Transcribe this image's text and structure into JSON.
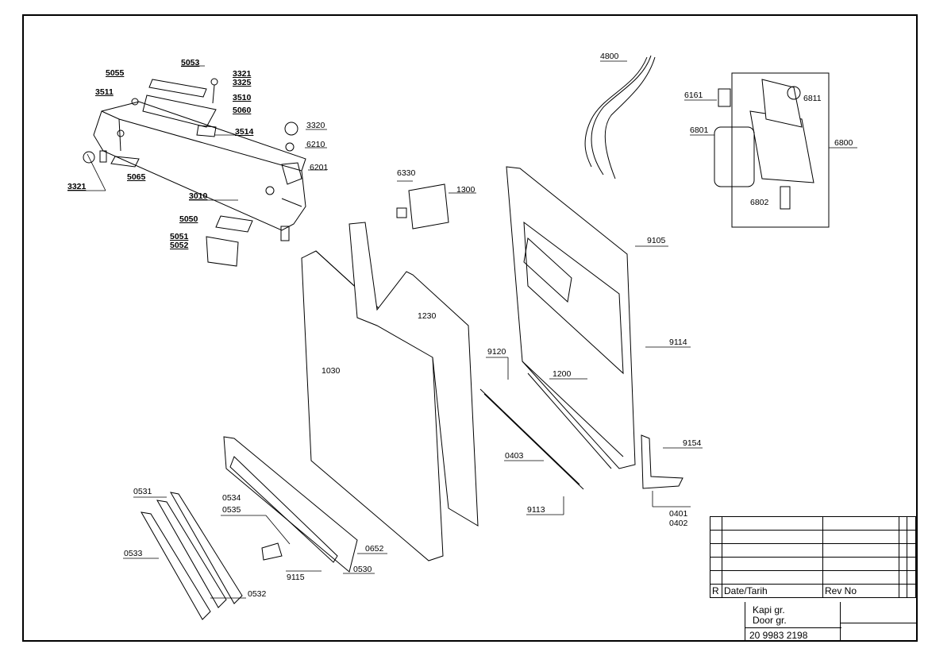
{
  "labels": {
    "p5053": "5053",
    "p5055": "5055",
    "p3321a": "3321",
    "p3325": "3325",
    "p3511": "3511",
    "p3510": "3510",
    "p5060": "5060",
    "p3514": "3514",
    "p3321b": "3321",
    "p5065": "5065",
    "p3010": "3010",
    "p5050": "5050",
    "p5051": "5051",
    "p5052": "5052",
    "p3320": "3320",
    "p6210": "6210",
    "p6201": "6201",
    "p6330": "6330",
    "p1300": "1300",
    "p4800": "4800",
    "p6161": "6161",
    "p6811": "6811",
    "p6801": "6801",
    "p6800": "6800",
    "p6802": "6802",
    "p9105": "9105",
    "p9114": "9114",
    "p1230": "1230",
    "p1030": "1030",
    "p9120": "9120",
    "p1200": "1200",
    "p9154": "9154",
    "p0403": "0403",
    "p9113": "9113",
    "p0401": "0401",
    "p0402": "0402",
    "p0531": "0531",
    "p0534": "0534",
    "p0535": "0535",
    "p0533": "0533",
    "p0652": "0652",
    "p9115": "9115",
    "p0530": "0530",
    "p0532": "0532"
  },
  "title_block": {
    "rev_marker": "R",
    "date_header": "Date/Tarih",
    "rev_header": "Rev No",
    "group_tr": "Kapi gr.",
    "group_en": "Door gr.",
    "drawing_number": "20 9983 2198"
  }
}
